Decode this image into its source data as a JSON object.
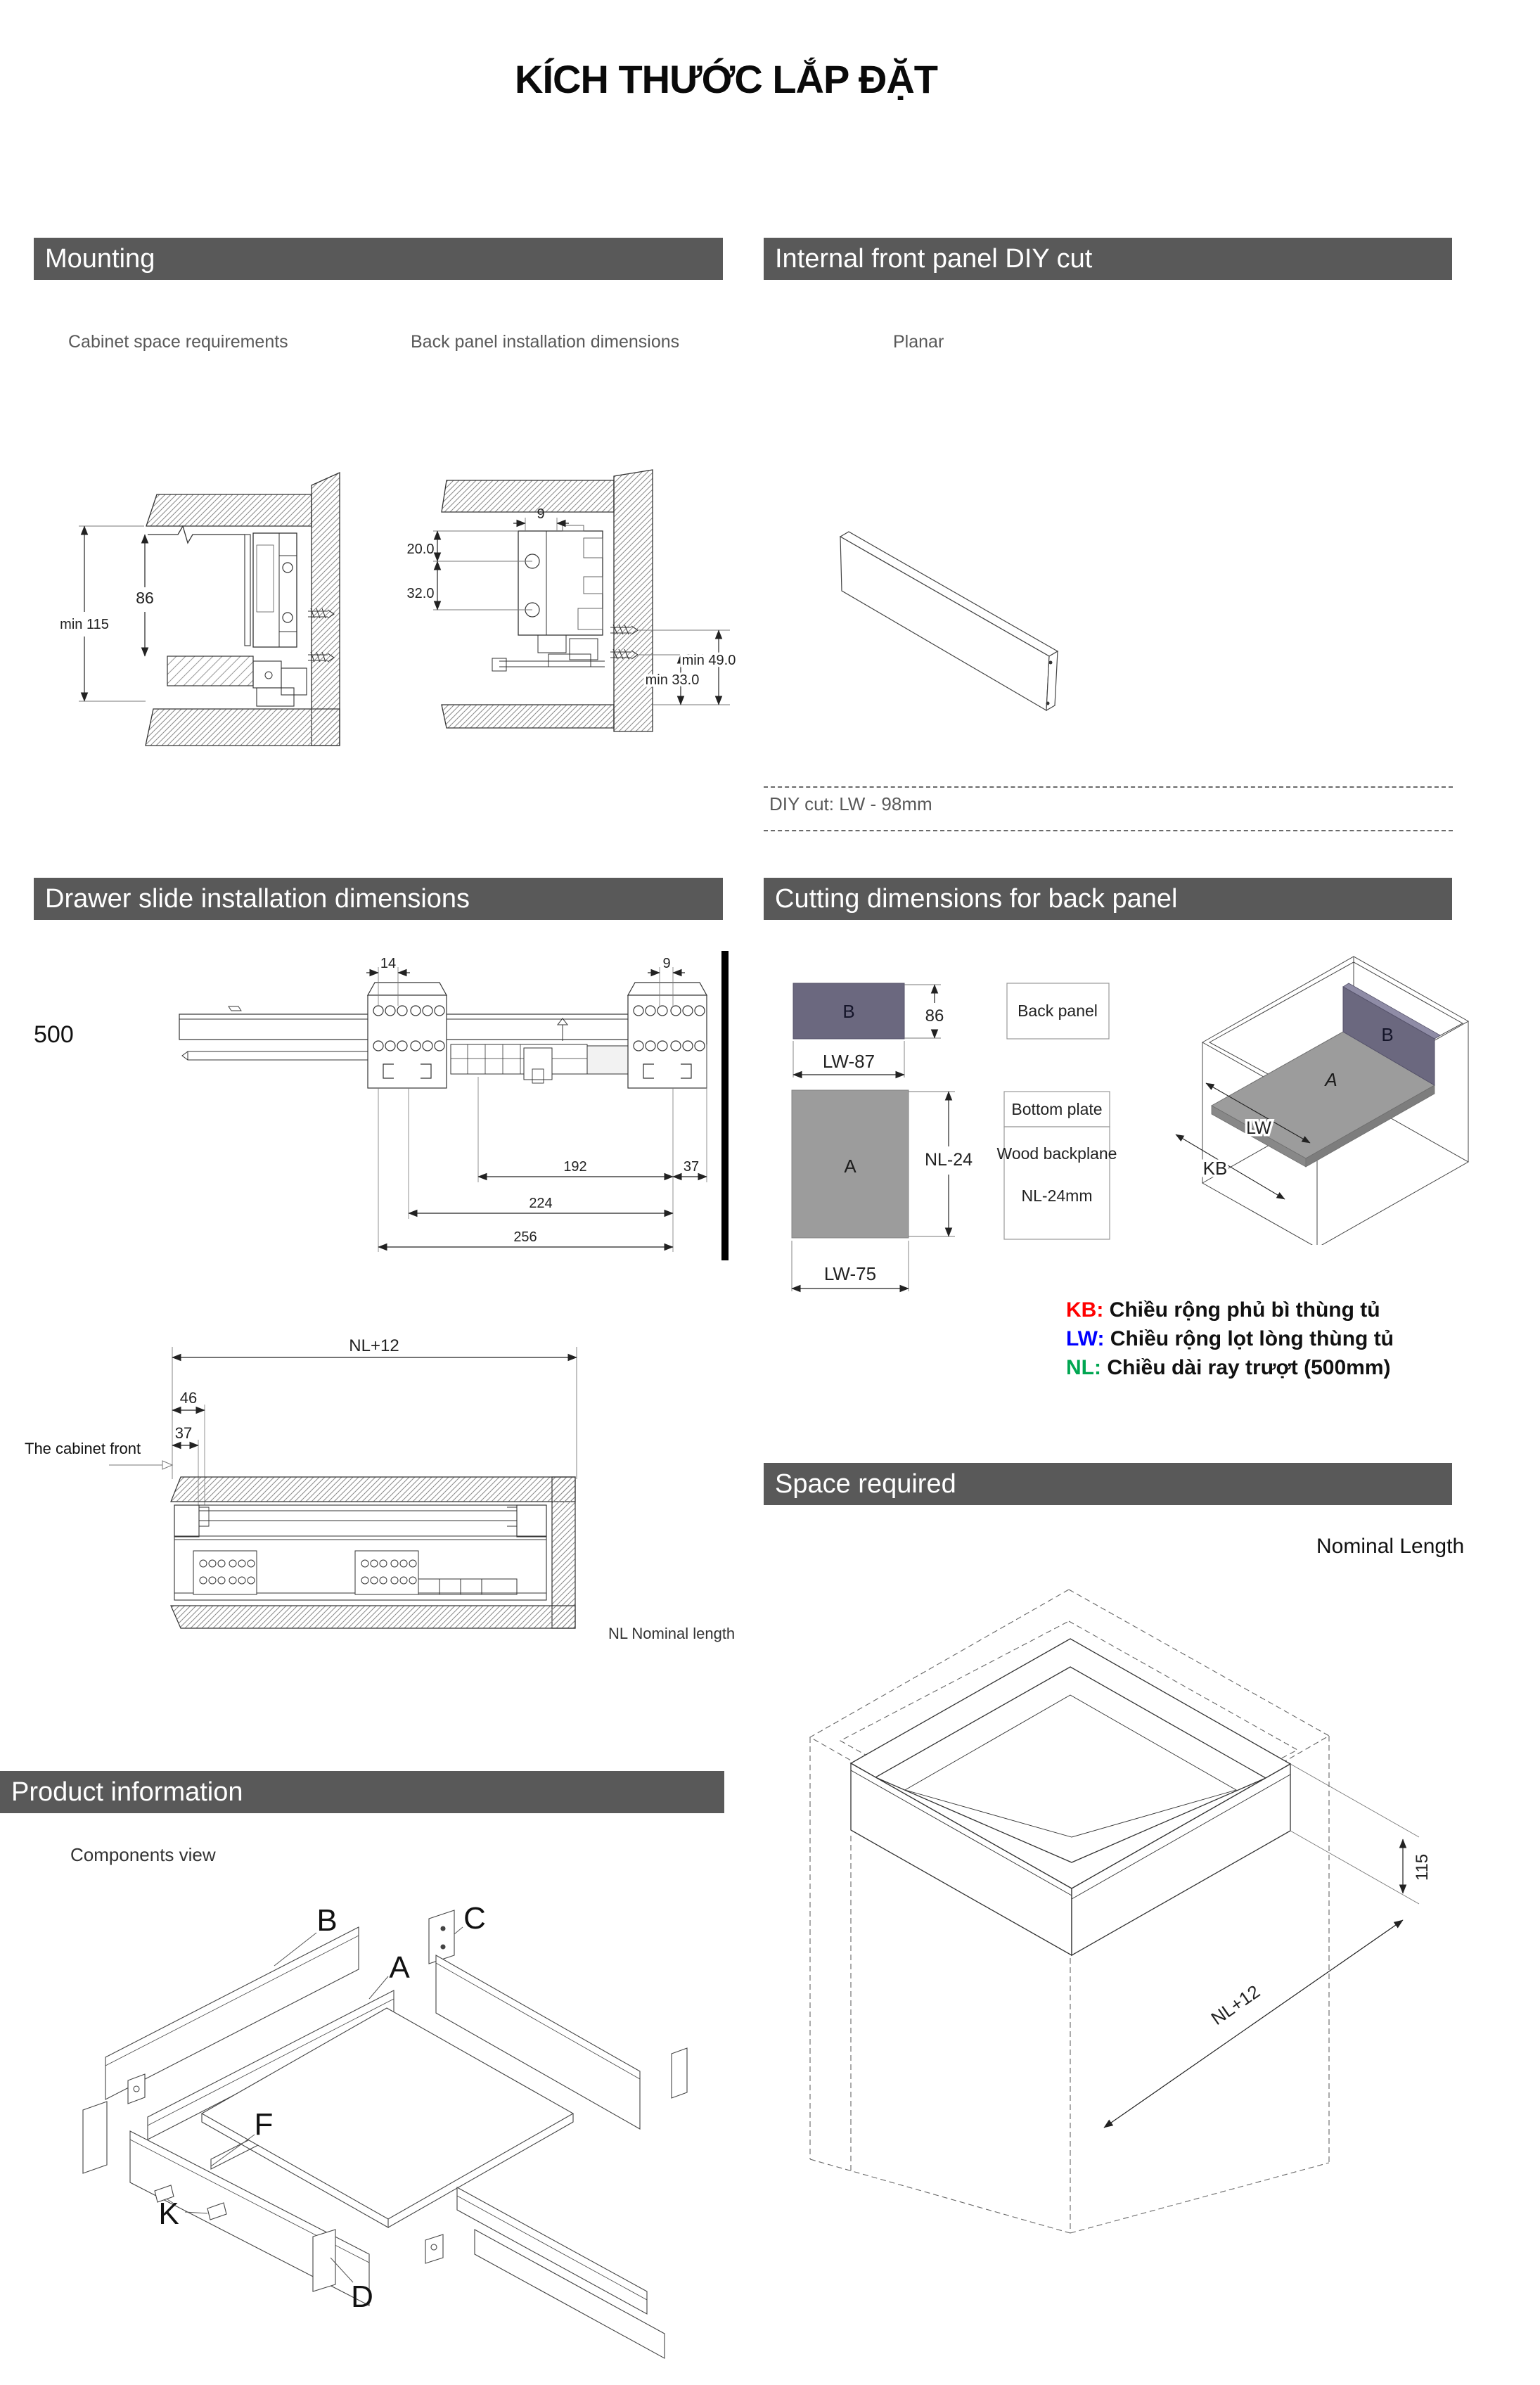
{
  "title": "KÍCH THƯỚC LẮP ĐẶT",
  "mounting": {
    "header": "Mounting",
    "cabinet_space_label": "Cabinet space requirements",
    "back_panel_label": "Back panel installation dimensions",
    "dims": {
      "min115": "min 115",
      "d86": "86",
      "d9": "9",
      "d20": "20.0",
      "d32": "32.0",
      "min49": "min 49.0",
      "min33": "min 33.0"
    }
  },
  "diy": {
    "header": "Internal front panel DIY cut",
    "planar_label": "Planar",
    "cut_note": "DIY cut: LW - 98mm"
  },
  "slide": {
    "header": "Drawer slide installation dimensions",
    "length": "500",
    "dims": {
      "d14": "14",
      "d9": "9",
      "d192": "192",
      "d37": "37",
      "d224": "224",
      "d256": "256"
    }
  },
  "cutting": {
    "header": "Cutting dimensions for back panel",
    "b_label": "B",
    "a_label": "A",
    "b_height": "86",
    "b_width": "LW-87",
    "a_height": "NL-24",
    "a_width": "LW-75",
    "back_panel_box": "Back panel",
    "bottom_plate_box": "Bottom plate",
    "wood_line1": "Wood backplane",
    "wood_line2": "NL-24mm",
    "iso": {
      "a": "A",
      "b": "B",
      "lw": "LW",
      "kb": "KB"
    },
    "legend": [
      {
        "key": "KB:",
        "color": "#ff0000",
        "desc": "Chiều rộng phủ bì thùng tủ"
      },
      {
        "key": "LW:",
        "color": "#0000ff",
        "desc": "Chiều rộng lọt lòng thùng tủ"
      },
      {
        "key": "NL:",
        "color": "#00a651",
        "desc": "Chiều dài ray trượt (500mm)"
      }
    ]
  },
  "cabinet_front": {
    "nl12": "NL+12",
    "d46": "46",
    "d37": "37",
    "front_label": "The cabinet front",
    "nl_note": "NL Nominal length"
  },
  "space": {
    "header": "Space required",
    "nominal_label": "Nominal Length",
    "d115": "115",
    "nl12": "NL+12"
  },
  "product": {
    "header": "Product information",
    "components_label": "Components view",
    "parts": {
      "b": "B",
      "c": "C",
      "a": "A",
      "f": "F",
      "k": "K",
      "d": "D"
    }
  }
}
